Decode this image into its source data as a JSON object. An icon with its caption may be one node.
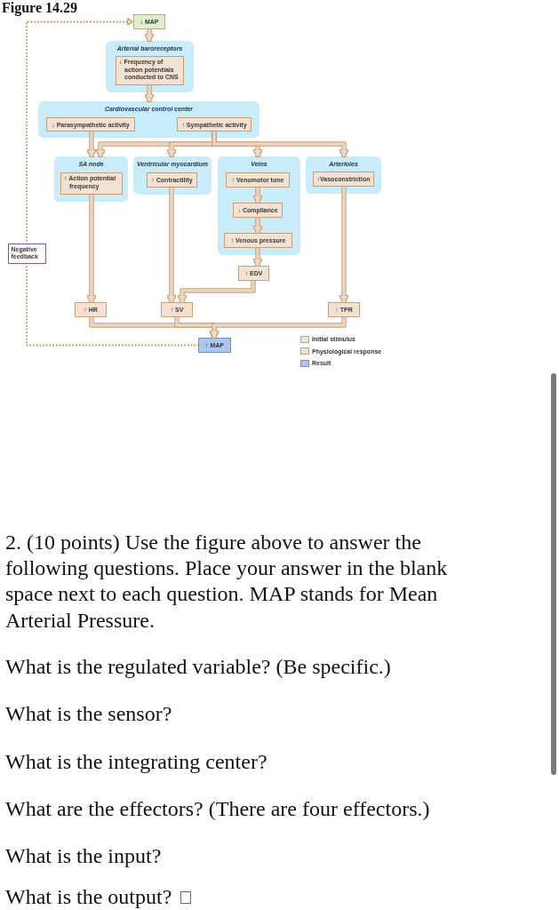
{
  "diagram": {
    "title": "Figure 14.29",
    "nodes": [
      {
        "text": [
          "↓ MAP"
        ]
      },
      {
        "text": [
          "Arterial baroreceptors"
        ]
      },
      {
        "text": [
          "↓ Frequency of action potentials conducted to CNS"
        ],
        "in": 1
      },
      {
        "text": [
          "Cardiovascular control center"
        ]
      },
      {
        "text": [
          "↓ Parasympathetic activity"
        ],
        "in": 3
      },
      {
        "text": [
          "↑ Sympathetic activity"
        ],
        "in": 3
      },
      {
        "text": [
          "SA node"
        ]
      },
      {
        "text": [
          "↑ Action potential frequency"
        ],
        "in": 6
      },
      {
        "text": [
          "Ventricular myocardium"
        ]
      },
      {
        "text": [
          "↑ Contractility"
        ],
        "in": 8
      },
      {
        "text": [
          "Veins"
        ]
      },
      {
        "text": [
          "↑ Venomotor tone"
        ],
        "in": 10
      },
      {
        "text": [
          "↓ Compliance"
        ],
        "in": 10
      },
      {
        "text": [
          "↑ Venous pressure"
        ],
        "in": 10
      },
      {
        "text": [
          "Arterioles"
        ]
      },
      {
        "text": [
          "↑Vasoconstriction"
        ],
        "in": 14
      },
      {
        "text": [
          "↑ EDV"
        ]
      },
      {
        "text": [
          "↑ HR"
        ]
      },
      {
        "text": [
          "↑ SV"
        ]
      },
      {
        "text": [
          "↑ TPR"
        ]
      },
      {
        "text": [
          "↑ MAP"
        ]
      }
    ],
    "edges": [
      {
        "from": 0,
        "to": 1,
        "arrow": "to"
      },
      {
        "from": 2,
        "to": 3,
        "arrow": "to"
      },
      {
        "from": 4,
        "to": 6,
        "arrow": "to"
      },
      {
        "from": 5,
        "to": 6,
        "arrow": "to"
      },
      {
        "from": 5,
        "to": 8,
        "arrow": "to"
      },
      {
        "from": 5,
        "to": 10,
        "arrow": "to"
      },
      {
        "from": 5,
        "to": 14,
        "arrow": "to"
      },
      {
        "from": 7,
        "to": 17,
        "arrow": "to"
      },
      {
        "from": 9,
        "to": 18,
        "arrow": "to"
      },
      {
        "from": 11,
        "to": 12,
        "arrow": "to"
      },
      {
        "from": 12,
        "to": 13,
        "arrow": "to"
      },
      {
        "from": 13,
        "to": 16,
        "arrow": "to"
      },
      {
        "from": 16,
        "to": 18,
        "arrow": "to"
      },
      {
        "from": 15,
        "to": 19,
        "arrow": "to"
      },
      {
        "from": 17,
        "to": 20,
        "arrow": "to"
      },
      {
        "from": 18,
        "to": 20,
        "arrow": "to"
      },
      {
        "from": 19,
        "to": 20,
        "arrow": "to"
      },
      {
        "from": 20,
        "to": 0,
        "arrow": "to",
        "style": "dashed",
        "color": "#b5833f",
        "label": "Negative feedback"
      }
    ],
    "labels": [
      "2. (10 points) Use the figure above to answer the following questions. Place your answer in the blank space next to each question. MAP stands for Mean Arterial Pressure.",
      "What is the regulated variable? (Be specific.)",
      "What is the sensor?",
      "What is the integrating center?",
      "What are the effectors? (There are four effectors.)",
      "What is the input?",
      "What is the output?"
    ],
    "legend": [
      {
        "text": "Initial stimulus",
        "color": "#e1edcf"
      },
      {
        "text": "Physiological response",
        "color": "#f3e1d1"
      },
      {
        "text": "Result",
        "color": "#a9c7ef"
      }
    ]
  }
}
